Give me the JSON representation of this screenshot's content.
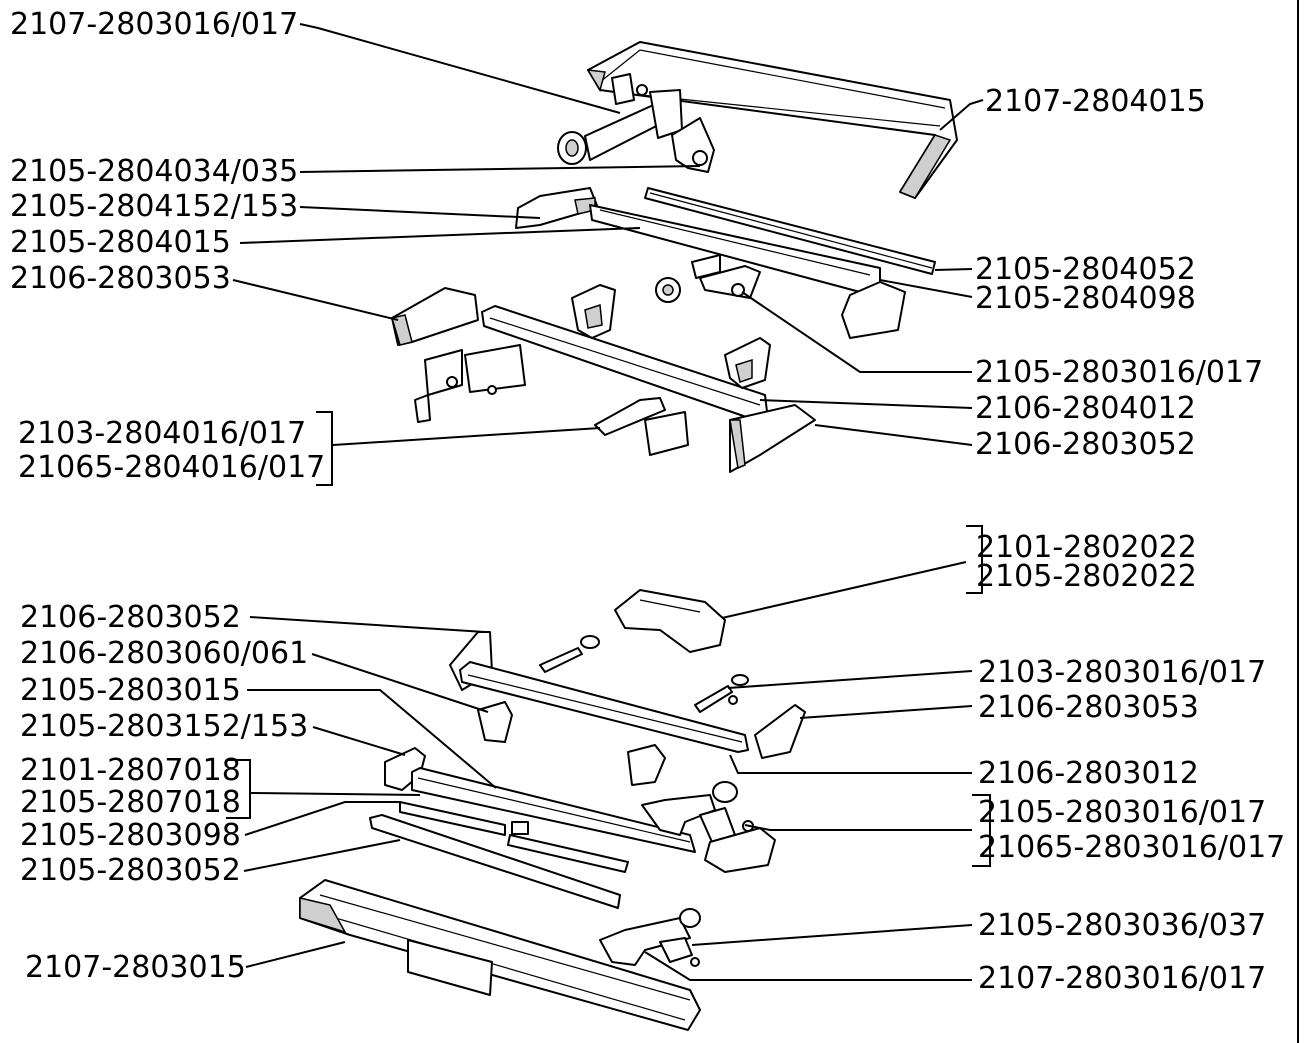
{
  "labels": {
    "rear_2107_2803016_017": "2107-2803016/017",
    "rear_2107_2804015": "2107-2804015",
    "rear_2105_2804034_035": "2105-2804034/035",
    "rear_2105_2804152_153": "2105-2804152/153",
    "rear_2105_2804015": "2105-2804015",
    "rear_2105_2804052": "2105-2804052",
    "rear_2106_2803053": "2106-2803053",
    "rear_2105_2804098": "2105-2804098",
    "rear_2105_2803016_017": "2105-2803016/017",
    "rear_2106_2804012": "2106-2804012",
    "rear_2103_2804016_017": "2103-2804016/017",
    "rear_21065_2804016_017": "21065-2804016/017",
    "rear_2106_2803052": "2106-2803052",
    "front_2101_2802022": "2101-2802022",
    "front_2105_2802022": "2105-2802022",
    "front_2106_2803052": "2106-2803052",
    "front_2106_2803060_061": "2106-2803060/061",
    "front_2103_2803016_017": "2103-2803016/017",
    "front_2105_2803015": "2105-2803015",
    "front_2106_2803053": "2106-2803053",
    "front_2105_2803152_153": "2105-2803152/153",
    "front_2101_2807018": "2101-2807018",
    "front_2106_2803012": "2106-2803012",
    "front_2105_2807018": "2105-2807018",
    "front_2105_2803016_017": "2105-2803016/017",
    "front_2105_2803098": "2105-2803098",
    "front_21065_2803016_017": "21065-2803016/017",
    "front_2105_2803052": "2105-2803052",
    "front_2105_2803036_037": "2105-2803036/037",
    "front_2107_2803015": "2107-2803015",
    "front_2107_2803016_017": "2107-2803016/017"
  }
}
